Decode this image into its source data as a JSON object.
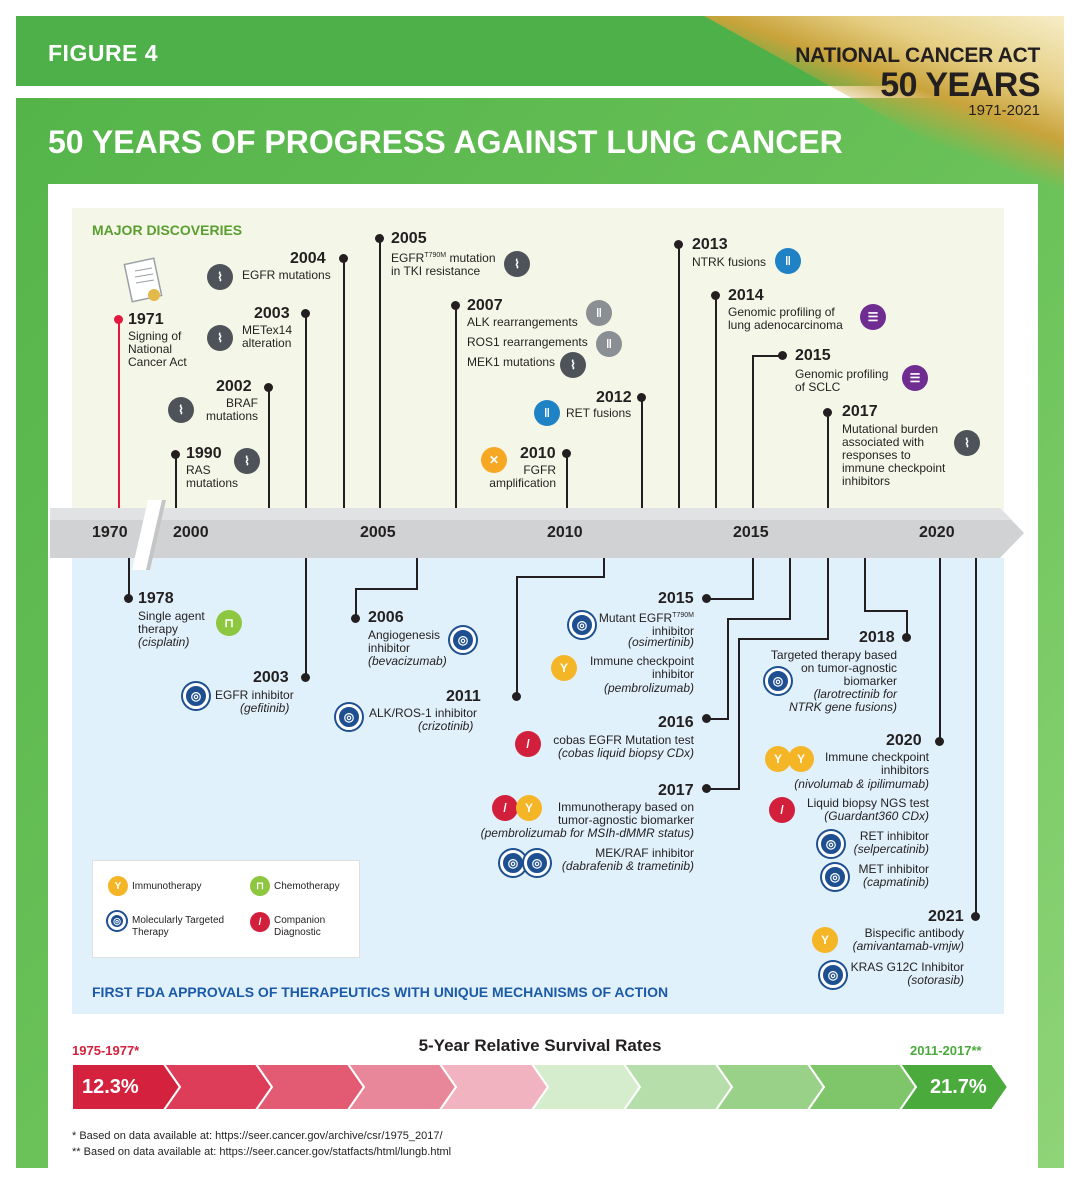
{
  "header": {
    "figure_label": "FIGURE 4",
    "act_line1": "NATIONAL CANCER ACT",
    "act_line2": "50 YEARS",
    "act_line3": "1971-2021"
  },
  "title": "50 YEARS OF PROGRESS AGAINST LUNG CANCER",
  "sections": {
    "upper": "MAJOR DISCOVERIES",
    "lower": "FIRST FDA APPROVALS OF THERAPEUTICS WITH UNIQUE MECHANISMS OF ACTION"
  },
  "axis": {
    "ticks": [
      "1970",
      "2000",
      "2005",
      "2010",
      "2015",
      "2020"
    ]
  },
  "discoveries": {
    "d1971": {
      "year": "1971",
      "text": "Signing of\nNational\nCancer Act"
    },
    "d1990": {
      "year": "1990",
      "text": "RAS\nmutations"
    },
    "d2002": {
      "year": "2002",
      "text": "BRAF\nmutations"
    },
    "d2003": {
      "year": "2003",
      "text": "METex14\nalteration"
    },
    "d2004": {
      "year": "2004",
      "text": "EGFR mutations"
    },
    "d2005": {
      "year": "2005",
      "text_a": "EGFR",
      "sup": "T790M",
      "text_b": " mutation\nin TKI resistance"
    },
    "d2007": {
      "year": "2007",
      "lines": [
        "ALK rearrangements",
        "ROS1 rearrangements",
        "MEK1 mutations"
      ]
    },
    "d2010": {
      "year": "2010",
      "text": "FGFR\namplification"
    },
    "d2012": {
      "year": "2012",
      "text": "RET fusions"
    },
    "d2013": {
      "year": "2013",
      "text": "NTRK fusions"
    },
    "d2014": {
      "year": "2014",
      "text": "Genomic profiling of\nlung adenocarcinoma"
    },
    "d2015": {
      "year": "2015",
      "text": "Genomic profiling\nof SCLC"
    },
    "d2017": {
      "year": "2017",
      "text": "Mutational burden\nassociated with\nresponses to\nimmune checkpoint\ninhibitors"
    }
  },
  "approvals": {
    "a1978": {
      "year": "1978",
      "text": "Single agent\ntherapy",
      "drug": "(cisplatin)"
    },
    "a2003": {
      "year": "2003",
      "text": "EGFR inhibitor",
      "drug": "(gefitinib)"
    },
    "a2006": {
      "year": "2006",
      "text": "Angiogenesis\ninhibitor",
      "drug": "(bevacizumab)"
    },
    "a2011": {
      "year": "2011",
      "text": "ALK/ROS-1 inhibitor",
      "drug": "(crizotinib)"
    },
    "a2015": {
      "year": "2015",
      "t1_a": "Mutant EGFR",
      "t1_sup": "T790M",
      "t1_b": "\ninhibitor",
      "d1": "(osimertinib)",
      "t2": "Immune checkpoint\ninhibitor",
      "d2": "(pembrolizumab)"
    },
    "a2016": {
      "year": "2016",
      "text": "cobas EGFR Mutation test",
      "drug": "(cobas liquid biopsy CDx)"
    },
    "a2017": {
      "year": "2017",
      "t1": "Immunotherapy based on\ntumor-agnostic biomarker",
      "d1": "(pembrolizumab for MSIh-dMMR status)",
      "t2": "MEK/RAF inhibitor",
      "d2": "(dabrafenib & trametinib)"
    },
    "a2018": {
      "year": "2018",
      "text": "Targeted therapy based\non tumor-agnostic\nbiomarker",
      "drug": "(larotrectinib for\nNTRK gene fusions)"
    },
    "a2020": {
      "year": "2020",
      "t1": "Immune checkpoint\ninhibitors",
      "d1": "(nivolumab & ipilimumab)",
      "t2": "Liquid biopsy NGS test",
      "d2": "(Guardant360 CDx)",
      "t3": "RET inhibitor",
      "d3": "(selpercatinib)",
      "t4": "MET inhibitor",
      "d4": "(capmatinib)"
    },
    "a2021": {
      "year": "2021",
      "t1": "Bispecific antibody",
      "d1": "(amivantamab-vmjw)",
      "t2": "KRAS G12C Inhibitor",
      "d2": "(sotorasib)"
    }
  },
  "legend": {
    "immuno": "Immunotherapy",
    "chemo": "Chemotherapy",
    "targeted": "Molecularly Targeted\nTherapy",
    "companion": "Companion\nDiagnostic"
  },
  "survival": {
    "title": "5-Year Relative Survival Rates",
    "left_label": "1975-1977*",
    "right_label": "2011-2017**",
    "left_value": 12.3,
    "right_value": 21.7,
    "left_text": "12.3%",
    "right_text": "21.7%",
    "colors": [
      "#d4213d",
      "#dd3d59",
      "#e35a73",
      "#e9879a",
      "#f0b3bf",
      "#d5eccd",
      "#b6deaa",
      "#9ad189",
      "#7fc56a",
      "#4aab3c"
    ]
  },
  "footnotes": [
    "* Based on data available at: https://seer.cancer.gov/archive/csr/1975_2017/",
    "** Based on data available at: https://seer.cancer.gov/statfacts/html/lungb.html"
  ]
}
